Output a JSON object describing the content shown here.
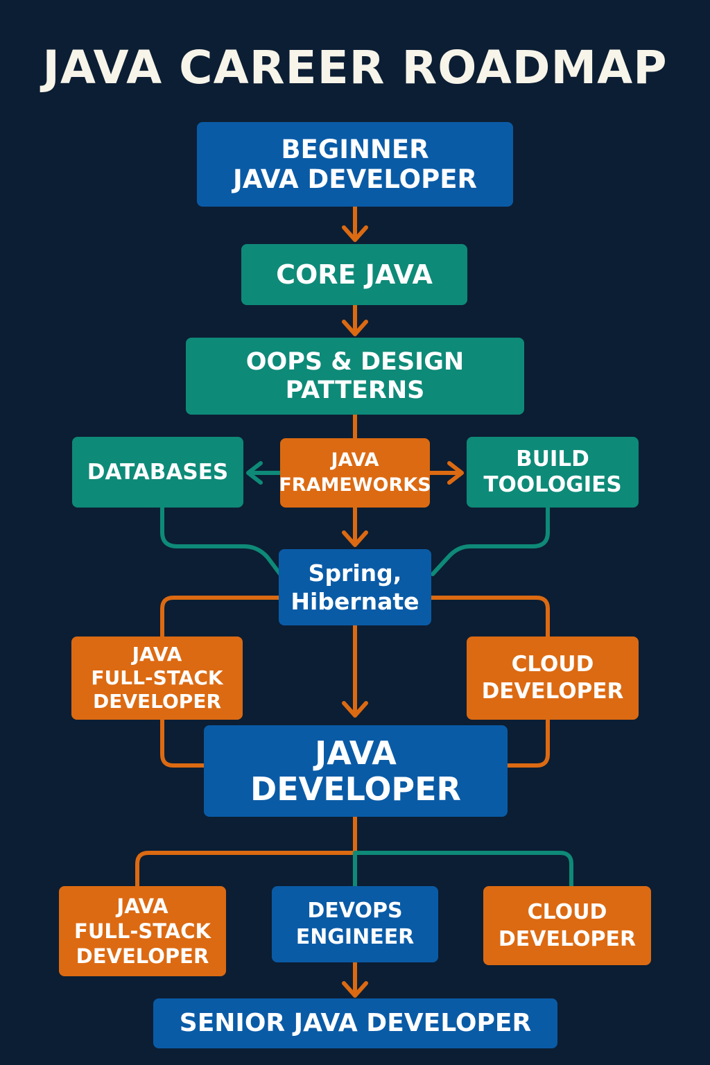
{
  "title": "JAVA CAREER ROADMAP",
  "colors": {
    "background": "#0c1e33",
    "blue": "#0a5ba6",
    "teal": "#0e8a78",
    "orange": "#dc6a12",
    "title": "#f7f4ea"
  },
  "nodes": {
    "beginner": "BEGINNER\nJAVA DEVELOPER",
    "core_java": "CORE JAVA",
    "oops": "OOPS & DESIGN\nPATTERNS",
    "databases": "DATABASES",
    "java_frameworks": "JAVA\nFRAMEWORKS",
    "build_tools": "BUILD\nTOOLOGIES",
    "spring": "Spring,\nHibernate",
    "fullstack_1": "JAVA\nFULL-STACK\nDEVELOPER",
    "cloud_1": "CLOUD\nDEVELOPER",
    "java_developer": "JAVA\nDEVELOPER",
    "fullstack_2": "JAVA\nFULL-STACK\nDEVELOPER",
    "devops": "DEVOPS\nENGINEER",
    "cloud_2": "CLOUD\nDEVELOPER",
    "senior": "SENIOR JAVA DEVELOPER"
  }
}
